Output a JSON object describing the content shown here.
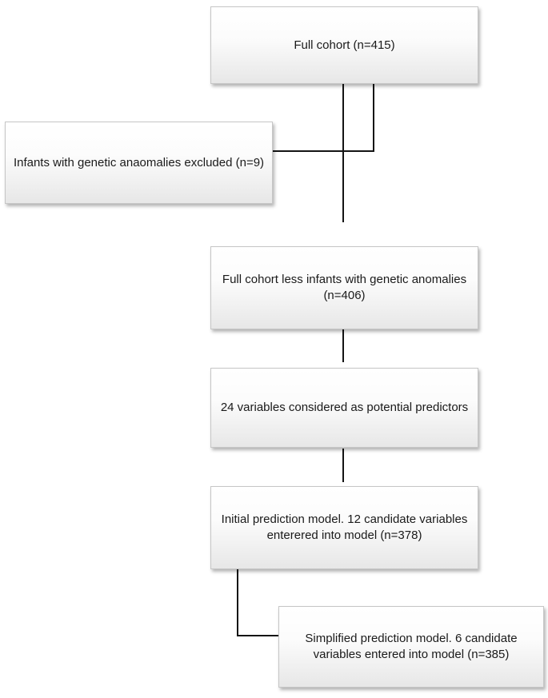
{
  "colors": {
    "background": "#ffffff",
    "box_border": "#c6c6c6",
    "box_fill_top": "#ffffff",
    "box_fill_bottom": "#e7e7e7",
    "connector_line": "#141414",
    "text": "#1a1a1a"
  },
  "flowchart": {
    "boxes": [
      {
        "id": "full-cohort",
        "lines": [
          "Full cohort (n=415)"
        ]
      },
      {
        "id": "genetic-anomalies-excluded",
        "lines": [
          "Infants with genetic anaomalies excluded (n=9)"
        ]
      },
      {
        "id": "cohort-less-exclusions",
        "lines": [
          "Full cohort less infants with genetic anomalies",
          "(n=406)"
        ]
      },
      {
        "id": "potential-predictors",
        "lines": [
          "24 variables considered as potential predictors"
        ]
      },
      {
        "id": "initial-prediction-model",
        "lines": [
          "Initial prediction model. 12 candidate variables",
          "enterered into model (n=378)"
        ]
      },
      {
        "id": "simplified-prediction-model",
        "lines": [
          "Simplified prediction model. 6 candidate",
          "variables entered into model (n=385)"
        ]
      }
    ]
  }
}
